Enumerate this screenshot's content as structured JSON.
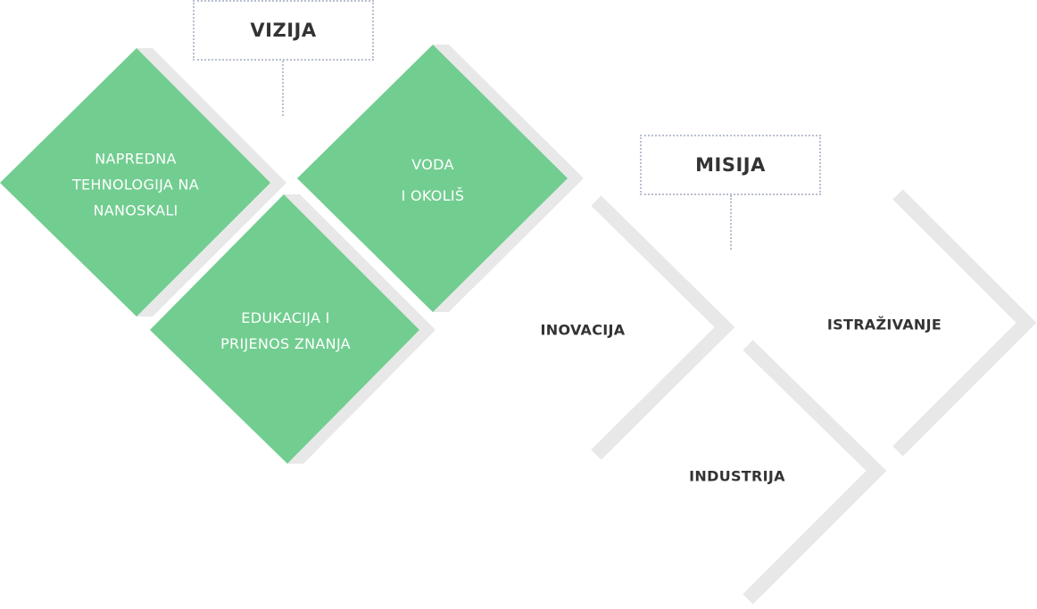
{
  "colors": {
    "diamond_fill": "#72cd90",
    "shadow": "#e8e8e8",
    "chevron": "#e8e8e8",
    "label_text": "#333333",
    "dotted_border": "#b9bfd0"
  },
  "vision": {
    "title": "VIZIJA",
    "items": [
      {
        "line1": "NAPREDNA",
        "line2": "TEHNOLOGIJA NA",
        "line3": "NANOSKALI"
      },
      {
        "line1": "VODA",
        "line2": "I OKOLIŠ"
      },
      {
        "line1": "EDUKACIJA I",
        "line2": "PRIJENOS ZNANJA"
      }
    ]
  },
  "mission": {
    "title": "MISIJA",
    "items": [
      {
        "label": "INOVACIJA"
      },
      {
        "label": "INDUSTRIJA"
      },
      {
        "label": "ISTRAŽIVANJE"
      }
    ]
  }
}
